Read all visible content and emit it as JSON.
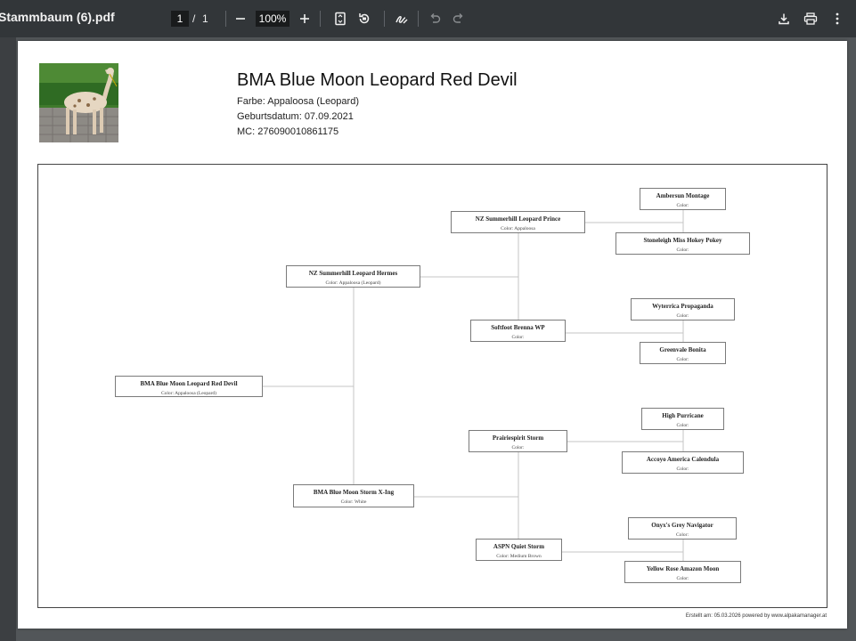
{
  "toolbar": {
    "filename": "Stammbaum (6).pdf",
    "current_page": "1",
    "page_separator": "/",
    "total_pages": "1",
    "zoom": "100%"
  },
  "document": {
    "title": "BMA Blue Moon Leopard Red Devil",
    "farbe": "Farbe: Appaloosa (Leopard)",
    "geburtsdatum": "Geburtsdatum: 07.09.2021",
    "mc": "MC: 276090010861175",
    "footer": "Erstellt am: 05.03.2026 powered by www.alpakamanager.at"
  },
  "pedigree": {
    "subject": {
      "name": "BMA Blue Moon Leopard Red Devil",
      "color": "Color: Appaloosa (Leopard)"
    },
    "sire": {
      "name": "NZ Summerhill Leopard Hermes",
      "color": "Color: Appaloosa (Leopard)"
    },
    "dam": {
      "name": "BMA Blue Moon Storm X-Ing",
      "color": "Color: White"
    },
    "sire_sire": {
      "name": "NZ Summerhill Leopard Prince",
      "color": "Color: Appaloosa"
    },
    "sire_dam": {
      "name": "Softfoot Brenna WP",
      "color": "Color:"
    },
    "dam_sire": {
      "name": "Prairiespirit Storm",
      "color": "Color:"
    },
    "dam_dam": {
      "name": "ASPN Quiet Storm",
      "color": "Color: Medium Brown"
    },
    "ss_sire": {
      "name": "Ambersun Montage",
      "color": "Color:"
    },
    "ss_dam": {
      "name": "Stoneleigh Miss Hokey Pokey",
      "color": "Color:"
    },
    "sd_sire": {
      "name": "Wyterrica Propaganda",
      "color": "Color:"
    },
    "sd_dam": {
      "name": "Greenvale Bonita",
      "color": "Color:"
    },
    "ds_sire": {
      "name": "High Purricane",
      "color": "Color:"
    },
    "ds_dam": {
      "name": "Accoyo America Calendula",
      "color": "Color:"
    },
    "dd_sire": {
      "name": "Onyx's Grey Navigator",
      "color": "Color:"
    },
    "dd_dam": {
      "name": "Yellow Rose Amazon Moon",
      "color": "Color:"
    }
  },
  "icons": [
    "page-fit-icon",
    "rotate-icon",
    "annotate-icon",
    "undo-icon",
    "redo-icon",
    "download-icon",
    "print-icon",
    "more-icon"
  ],
  "colors": {
    "toolbar_bg": "#323639",
    "viewer_bg": "#525659",
    "page_bg": "#ffffff"
  }
}
